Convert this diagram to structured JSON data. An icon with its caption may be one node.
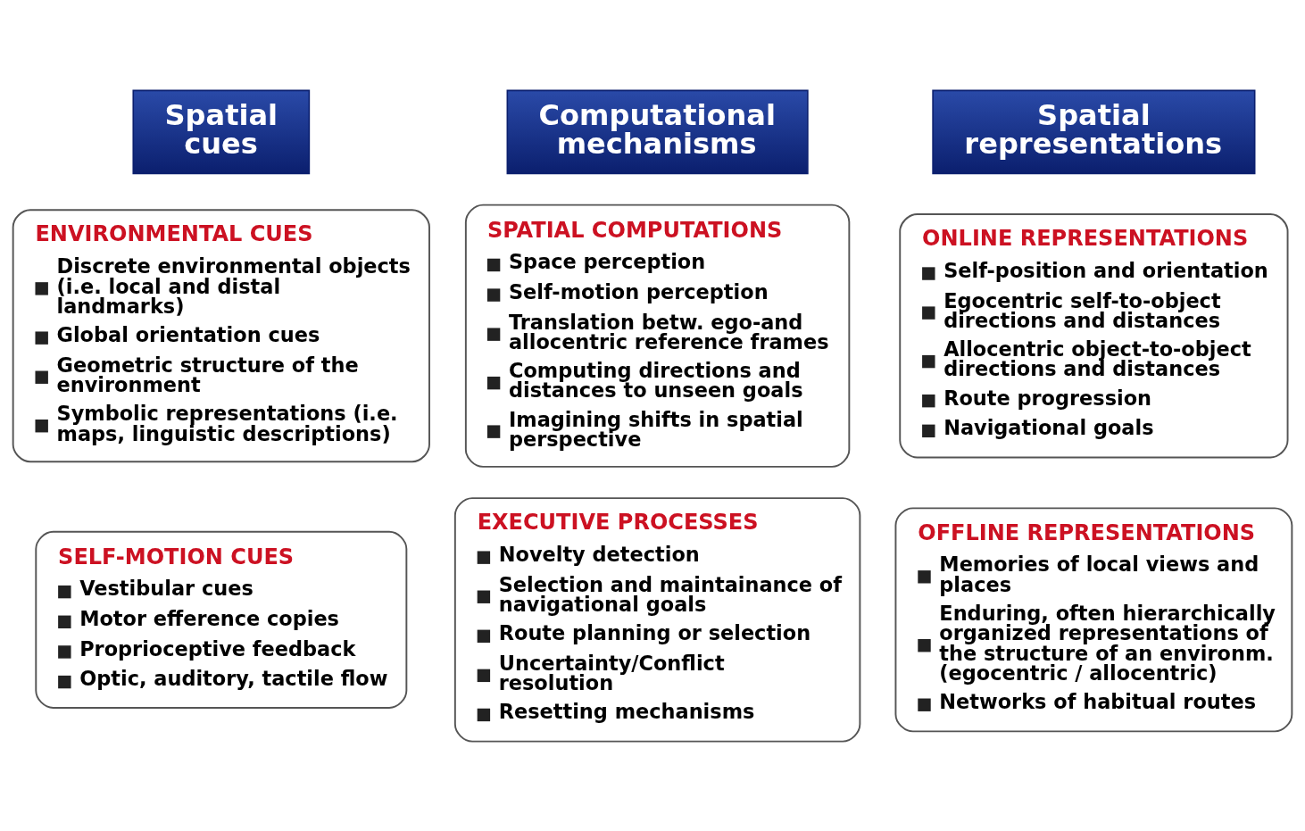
{
  "diagram": {
    "nodes": [
      {
        "text": [
          "Spatial cues"
        ]
      },
      {
        "text": [
          "Computational mechanisms"
        ]
      },
      {
        "text": [
          "Spatial representations"
        ]
      },
      {
        "text": [
          "ENVIRONMENTAL CUES",
          "Discrete environmental objects (i.e. local and distal landmarks)",
          "Global orientation cues",
          "Geometric structure of the environment",
          "Symbolic representations (i.e. maps, linguistic descriptions)"
        ]
      },
      {
        "text": [
          "SPATIAL COMPUTATIONS",
          "Space perception",
          "Self-motion perception",
          "Translation betw. ego-and allocentric reference frames",
          "Computing directions and distances to unseen goals",
          "Imagining shifts in spatial perspective"
        ]
      },
      {
        "text": [
          "ONLINE REPRESENTATIONS",
          "Self-position and orientation",
          "Egocentric self-to-object directions and distances",
          "Allocentric object-to-object directions and distances",
          "Route progression",
          "Navigational goals"
        ]
      },
      {
        "text": [
          "SELF-MOTION CUES",
          "Vestibular cues",
          "Motor efference copies",
          "Proprioceptive feedback",
          "Optic, auditory, tactile flow"
        ]
      },
      {
        "text": [
          "EXECUTIVE PROCESSES",
          "Novelty detection",
          "Selection and maintainance of navigational goals",
          "Route planning or selection",
          "Uncertainty/Conflict resolution",
          "Resetting mechanisms"
        ]
      },
      {
        "text": [
          "OFFLINE REPRESENTATIONS",
          "Memories of local views and places",
          "Enduring, often hierarchically organized representations of the structure of an environm. (egocentric / allocentric)",
          "Networks of habitual routes"
        ]
      }
    ],
    "edges": []
  }
}
